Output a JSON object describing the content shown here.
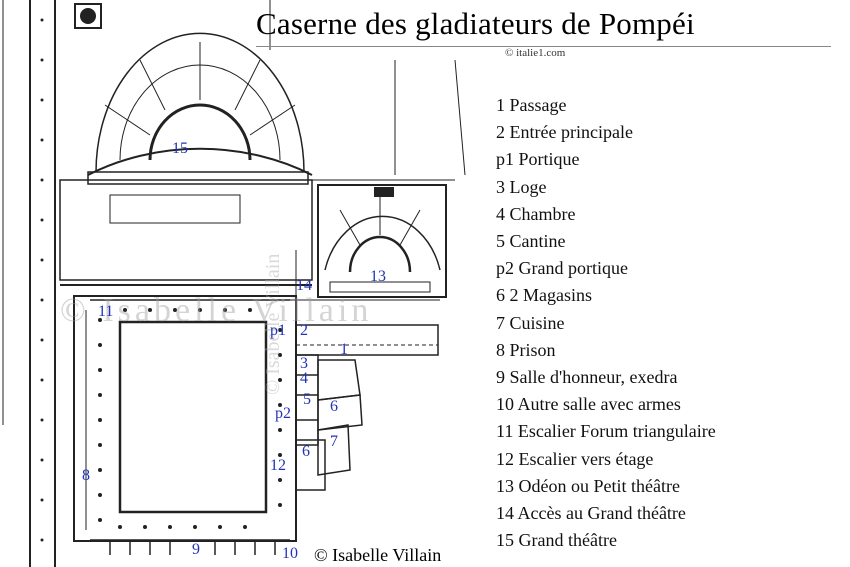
{
  "title": "Caserne des gladiateurs de Pompéi",
  "credit_top": "© italie1.com",
  "credit_bottom": "© Isabelle Villain",
  "watermark": "© Isabelle Villain",
  "legend": [
    "1 Passage",
    "2 Entrée principale",
    "p1  Portique",
    "3 Loge",
    "4 Chambre",
    "5 Cantine",
    "p2 Grand portique",
    "6 2 Magasins",
    "7 Cuisine",
    "8 Prison",
    "9 Salle d'honneur, exedra",
    "10 Autre salle avec armes",
    "11 Escalier Forum triangulaire",
    "12 Escalier vers étage",
    "13 Odéon ou Petit théâtre",
    "14 Accès au Grand théâtre",
    "15 Grand théâtre"
  ],
  "plan_labels": {
    "l15": "15",
    "l13": "13",
    "l14": "14",
    "l11": "11",
    "lp1": "p1",
    "l2": "2",
    "l1": "1",
    "l3": "3",
    "l4": "4",
    "l5": "5",
    "l6a": "6",
    "l6b": "6",
    "l7": "7",
    "lp2": "p2",
    "l12": "12",
    "l8": "8",
    "l9": "9",
    "l10": "10"
  },
  "colors": {
    "plan_ink": "#222222",
    "label_blue": "#2233bb"
  }
}
